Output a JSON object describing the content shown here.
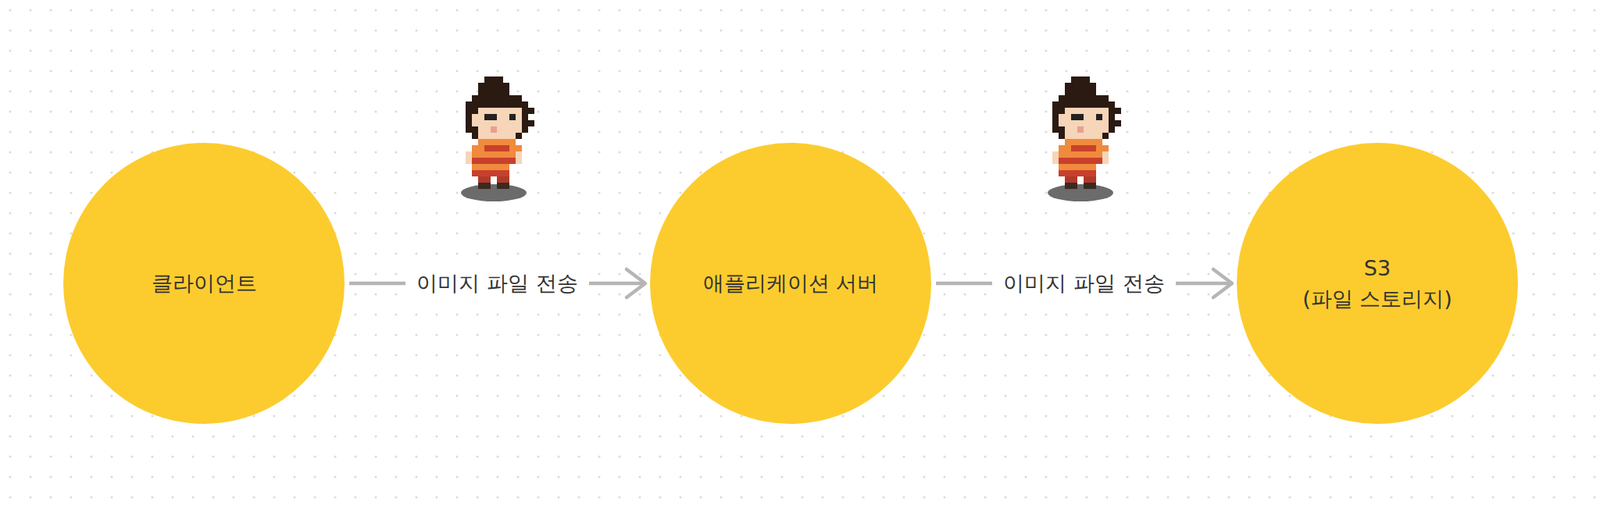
{
  "diagram": {
    "nodes": [
      {
        "text": [
          "클라이언트"
        ]
      },
      {
        "text": [
          "애플리케이션 서버"
        ]
      },
      {
        "text": [
          "S3",
          "(파일 스토리지)"
        ]
      }
    ],
    "edges": [
      {
        "from": 0,
        "to": 1,
        "label": "이미지 파일 전송",
        "arrow": "to"
      },
      {
        "from": 1,
        "to": 2,
        "label": "이미지 파일 전송",
        "arrow": "to"
      }
    ]
  }
}
